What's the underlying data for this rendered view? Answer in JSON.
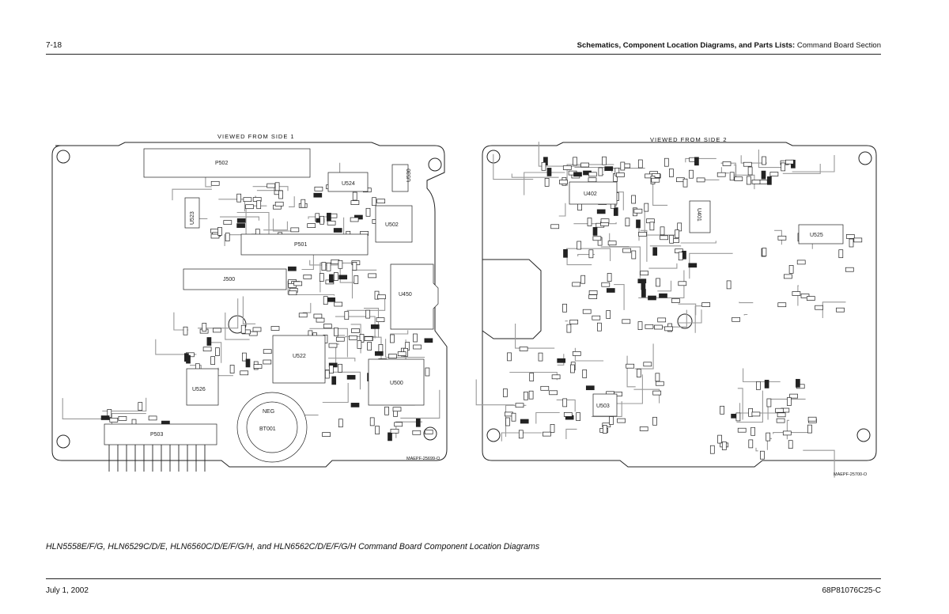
{
  "header": {
    "page_number": "7-18",
    "section_bold": "Schematics, Component Location Diagrams, and Parts Lists:",
    "section_rest": "Command Board Section"
  },
  "boards": {
    "side1": {
      "view_label": "VIEWED FROM SIDE 1",
      "drawing_number": "MAEPF-25699-O",
      "chip_labels": [
        "P502",
        "U524",
        "U530",
        "U523",
        "P501",
        "U502",
        "J500",
        "U450",
        "U522",
        "U526",
        "U500",
        "P503",
        "NEG",
        "BT001"
      ]
    },
    "side2": {
      "view_label": "VIEWED FROM SIDE 2",
      "drawing_number": "MAEPF-25700-O",
      "chip_labels": [
        "U402",
        "U401",
        "U525",
        "U503"
      ]
    }
  },
  "caption": "HLN5558E/F/G, HLN6529C/D/E, HLN6560C/D/E/F/G/H, and HLN6562C/D/E/F/G/H Command Board Component Location Diagrams",
  "footer": {
    "date": "July 1, 2002",
    "doc_number": "68P81076C25-C"
  }
}
